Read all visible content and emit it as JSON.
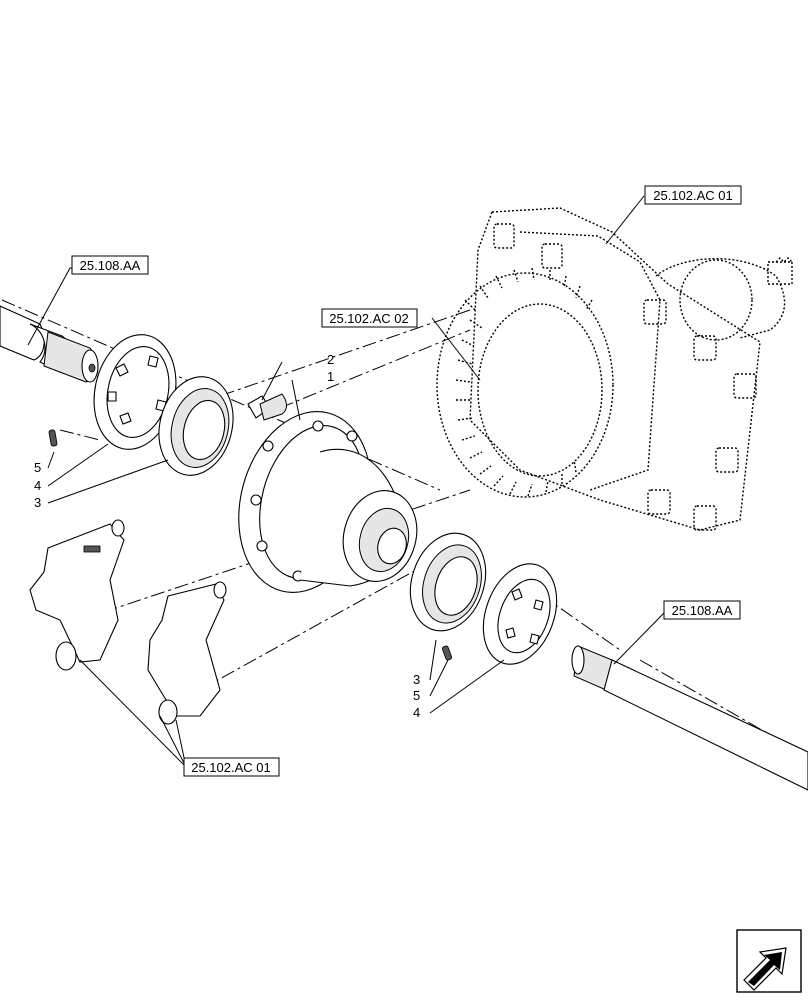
{
  "references": {
    "ref_top_right": "25.102.AC 01",
    "ref_mid": "25.102.AC 02",
    "ref_left_axle": "25.108.AA",
    "ref_right_axle": "25.108.AA",
    "ref_bottom": "25.102.AC 01"
  },
  "callouts": {
    "left_5": "5",
    "left_4": "4",
    "left_3": "3",
    "top_2": "2",
    "top_1": "1",
    "right_3": "3",
    "right_5": "5",
    "right_4": "4"
  },
  "nav": {
    "icon": "next-page-arrow-icon"
  }
}
